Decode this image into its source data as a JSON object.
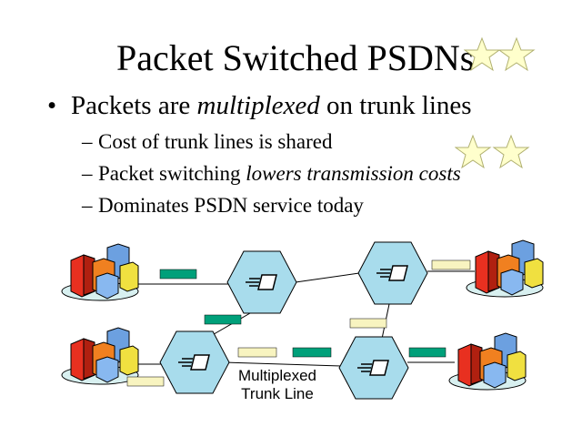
{
  "slide": {
    "title": "Packet Switched PSDNs",
    "bullet": {
      "marker": "•",
      "pre": "Packets are ",
      "em": "multiplexed",
      "post": " on trunk lines"
    },
    "subbullets": [
      {
        "marker": "–",
        "pre": "Cost of trunk lines is shared",
        "em": "",
        "post": ""
      },
      {
        "marker": "–",
        "pre": "Packet switching ",
        "em": "lowers transmission costs",
        "post": ""
      },
      {
        "marker": "–",
        "pre": "Dominates PSDN service today",
        "em": "",
        "post": ""
      }
    ],
    "diagram_label_line1": "Multiplexed",
    "diagram_label_line2": "Trunk Line"
  },
  "colors": {
    "star_fill": "#ffffcc",
    "star_stroke": "#b0b070",
    "hex_fill": "#a8dcec",
    "packet_green": "#00a07a",
    "packet_cream": "#f8f4c0",
    "building_red": "#e83020",
    "building_orange": "#f08020",
    "building_blue": "#6090e0",
    "building_yellow": "#f0e040"
  }
}
